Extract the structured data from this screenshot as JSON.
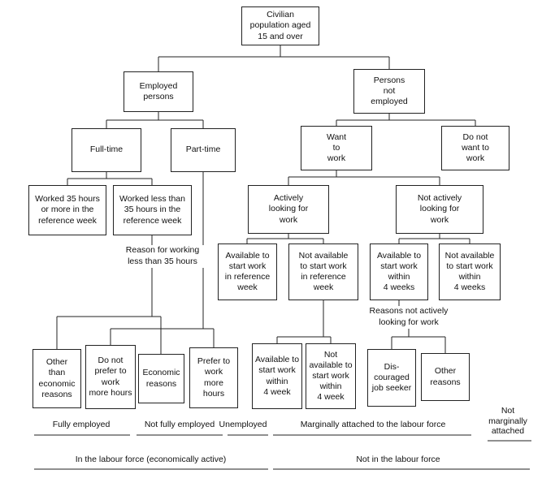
{
  "boxes": {
    "civilian": [
      "Civilian",
      "population aged",
      "15 and over"
    ],
    "employed": [
      "Employed",
      "persons"
    ],
    "not_employed": [
      "Persons",
      "not",
      "employed"
    ],
    "full_time": [
      "Full-time"
    ],
    "part_time": [
      "Part-time"
    ],
    "want_to_work": [
      "Want",
      "to",
      "work"
    ],
    "do_not_want_to_work": [
      "Do not",
      "want to",
      "work"
    ],
    "worked_35_or_more": [
      "Worked 35 hours",
      "or more in the",
      "reference week"
    ],
    "worked_less_35": [
      "Worked less than",
      "35 hours in the",
      "reference week"
    ],
    "actively_looking": [
      "Actively",
      "looking for",
      "work"
    ],
    "not_actively_looking": [
      "Not actively",
      "looking for",
      "work"
    ],
    "available_ref_week": [
      "Available to",
      "start work",
      "in reference",
      "week"
    ],
    "not_available_ref_week": [
      "Not available",
      "to start work",
      "in reference",
      "week"
    ],
    "available_4_weeks": [
      "Available to",
      "start work",
      "within",
      "4 weeks"
    ],
    "not_available_4_weeks": [
      "Not available",
      "to start work",
      "within",
      "4 weeks"
    ],
    "other_than_economic": [
      "Other",
      "than",
      "economic",
      "reasons"
    ],
    "do_not_prefer_more_hours": [
      "Do not",
      "prefer to",
      "work",
      "more hours"
    ],
    "economic_reasons": [
      "Economic",
      "reasons"
    ],
    "prefer_more_hours": [
      "Prefer to",
      "work",
      "more",
      "hours"
    ],
    "available_within_4_week": [
      "Available to",
      "start work",
      "within",
      "4 week"
    ],
    "not_available_within_4_week": [
      "Not",
      "available to",
      "start work",
      "within",
      "4 week"
    ],
    "discouraged_job_seeker": [
      "Dis-",
      "couraged",
      "job seeker"
    ],
    "other_reasons": [
      "Other",
      "reasons"
    ]
  },
  "annotations": {
    "reason_working_less_35": [
      "Reason for working",
      "less than 35 hours"
    ],
    "reasons_not_actively_looking": [
      "Reasons not actively",
      "looking for work"
    ]
  },
  "categories": {
    "fully_employed": "Fully employed",
    "not_fully_employed": "Not fully employed",
    "unemployed": "Unemployed",
    "marginally_attached": "Marginally attached to the labour force",
    "not_marginally_attached": [
      "Not",
      "marginally",
      "attached"
    ],
    "in_labour_force": "In the labour force (economically active)",
    "not_in_labour_force": "Not in the labour force"
  }
}
